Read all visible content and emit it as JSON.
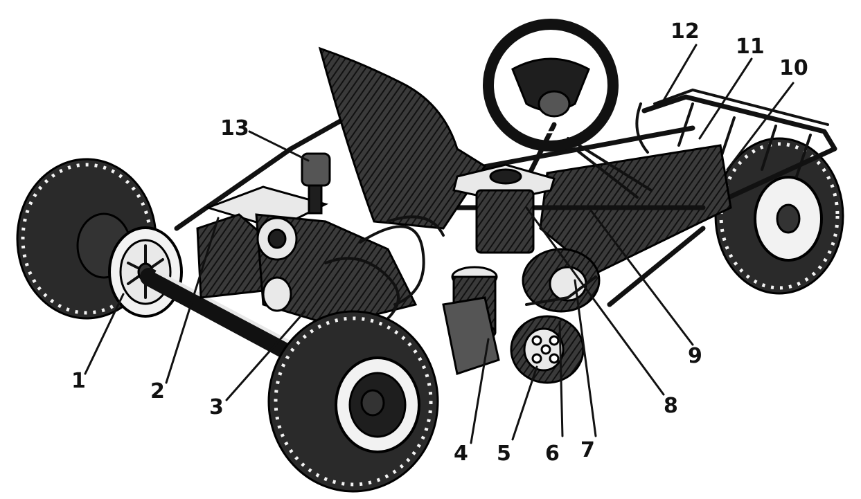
{
  "diagram": {
    "callouts": [
      {
        "id": "1",
        "label": "1"
      },
      {
        "id": "2",
        "label": "2"
      },
      {
        "id": "3",
        "label": "3"
      },
      {
        "id": "4",
        "label": "4"
      },
      {
        "id": "5",
        "label": "5"
      },
      {
        "id": "6",
        "label": "6"
      },
      {
        "id": "7",
        "label": "7"
      },
      {
        "id": "8",
        "label": "8"
      },
      {
        "id": "9",
        "label": "9"
      },
      {
        "id": "10",
        "label": "10"
      },
      {
        "id": "11",
        "label": "11"
      },
      {
        "id": "12",
        "label": "12"
      },
      {
        "id": "13",
        "label": "13"
      }
    ],
    "palette": {
      "ink": "#111111",
      "paper": "#ffffff"
    }
  }
}
